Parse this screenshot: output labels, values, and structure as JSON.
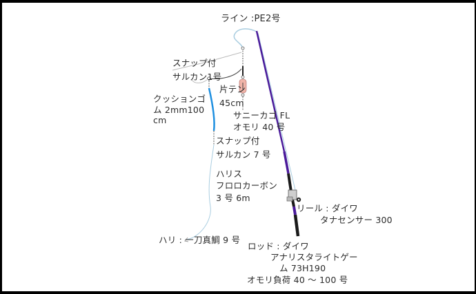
{
  "diagram": {
    "type": "fishing-tackle-rig",
    "colors": {
      "rod_purple": "#4a1a9a",
      "rod_black": "#1a1a1a",
      "main_line": "#a9cde0",
      "cushion_rubber": "#1e8fe0",
      "float_pink": "#f0b4a8",
      "label_text": "#2b2b2b",
      "border": "#000000"
    },
    "labels": {
      "line": "ライン :PE2号",
      "snap_swivel_1_a": "スナップ付",
      "snap_swivel_1_b": "サルカン1号",
      "tenbin_a": "片テン",
      "tenbin_b": "45cm",
      "cushion_a": "クッションゴ",
      "cushion_b": "ム 2mm100",
      "cushion_c": "cm",
      "basket_a": "サニーカゴ FL",
      "basket_b": "オモリ 40 号",
      "snap_swivel_7_a": "スナップ付",
      "snap_swivel_7_b": "サルカン 7 号",
      "harris_a": "ハリス",
      "harris_b": "フロロカーボン",
      "harris_c": "3 号 6m",
      "reel_a": "リール : ダイワ",
      "reel_b": "タナセンサー 300",
      "hook": "ハリ : 一刀真鯛 9 号",
      "rod_a": "ロッド : ダイワ",
      "rod_b": "アナリスタライトゲー",
      "rod_c": "ム 73H190",
      "rod_d": "オモリ負荷 40 ～ 100 号"
    }
  }
}
